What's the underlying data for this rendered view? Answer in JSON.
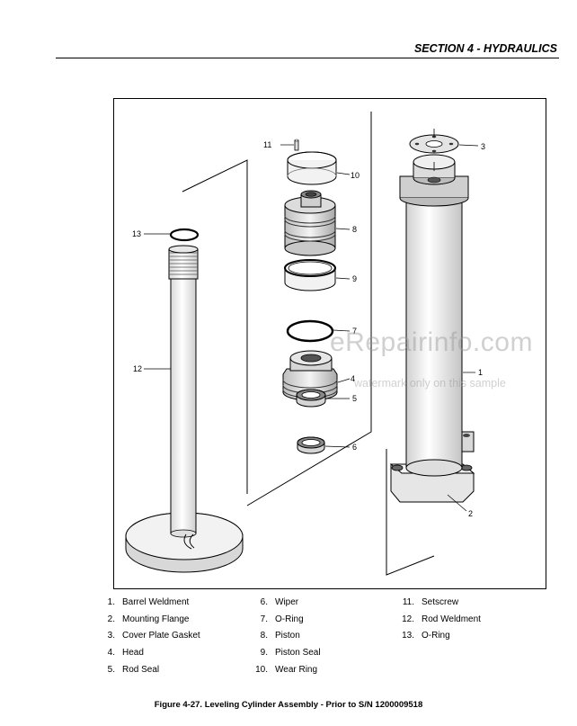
{
  "header": {
    "section_title": "SECTION 4 - HYDRAULICS"
  },
  "figure": {
    "callouts": {
      "c1": "1",
      "c2": "2",
      "c3": "3",
      "c4": "4",
      "c5": "5",
      "c6": "6",
      "c7": "7",
      "c8": "8",
      "c9": "9",
      "c10": "10",
      "c11": "11",
      "c12": "12",
      "c13": "13"
    }
  },
  "legend": {
    "items": [
      {
        "num": "1.",
        "label": "Barrel Weldment"
      },
      {
        "num": "2.",
        "label": "Mounting Flange"
      },
      {
        "num": "3.",
        "label": "Cover Plate Gasket"
      },
      {
        "num": "4.",
        "label": "Head"
      },
      {
        "num": "5.",
        "label": "Rod Seal"
      },
      {
        "num": "6.",
        "label": "Wiper"
      },
      {
        "num": "7.",
        "label": "O-Ring"
      },
      {
        "num": "8.",
        "label": "Piston"
      },
      {
        "num": "9.",
        "label": "Piston Seal"
      },
      {
        "num": "10.",
        "label": "Wear Ring"
      },
      {
        "num": "11.",
        "label": "Setscrew"
      },
      {
        "num": "12.",
        "label": "Rod Weldment"
      },
      {
        "num": "13.",
        "label": "O-Ring"
      }
    ]
  },
  "caption": "Figure 4-27.  Leveling Cylinder Assembly - Prior to S/N 1200009518",
  "watermark": {
    "site": "eRepairinfo.com",
    "notice": "watermark only on this sample"
  }
}
